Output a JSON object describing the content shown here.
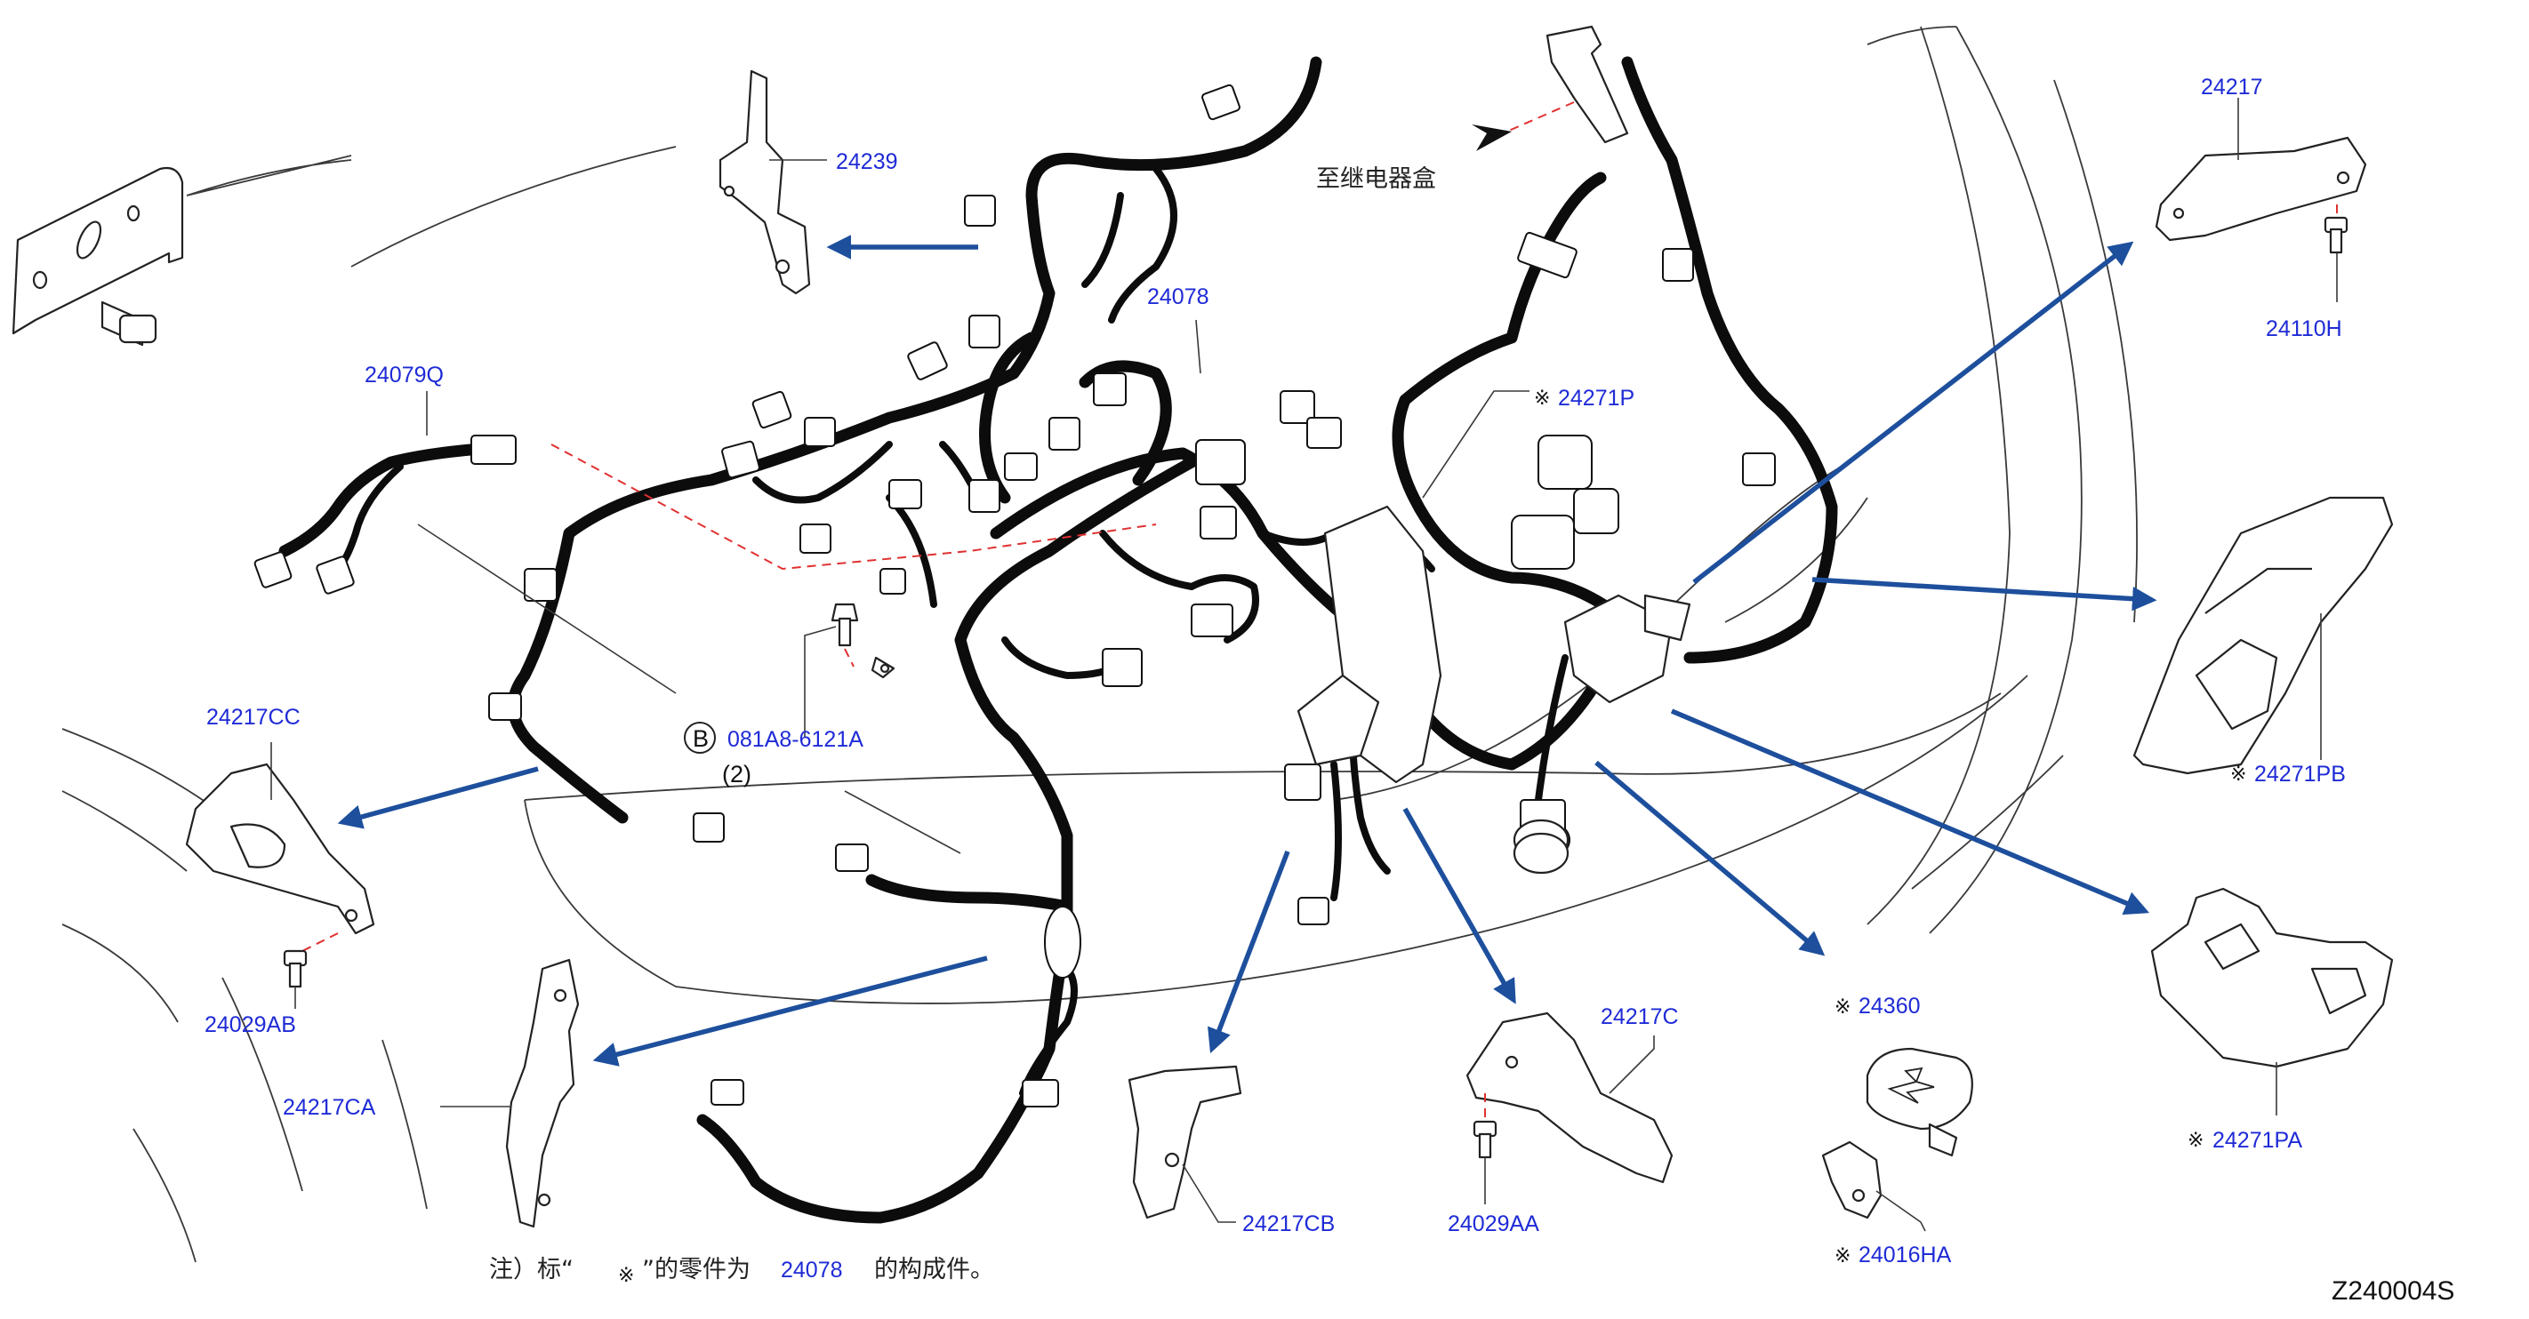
{
  "parts": {
    "p24239": "24239",
    "p24078": "24078",
    "p24079Q": "24079Q",
    "p24271P": "24271P",
    "p24217": "24217",
    "p24110H": "24110H",
    "p24271PB": "24271PB",
    "p24217CC": "24217CC",
    "p081A8": "081A8-6121A",
    "p081A8_qty": "(2)",
    "p24029AB": "24029AB",
    "p24217CA": "24217CA",
    "p24217CB": "24217CB",
    "p24217C": "24217C",
    "p24029AA": "24029AA",
    "p24360": "24360",
    "p24016HA": "24016HA",
    "p24271PA": "24271PA"
  },
  "callout_letter": "B",
  "marker_symbol": "※",
  "relay_box_text": "至继电器盒",
  "note": {
    "prefix": "注）标“",
    "middle": "”的零件为",
    "ref": "24078",
    "suffix": "的构成件。"
  },
  "figure_id": "Z240004S",
  "colors": {
    "label_blue": "#1f2bd6",
    "arrow_blue": "#1d4f9c",
    "dash_red": "#e03030",
    "harness_black": "#0c0c0c"
  }
}
